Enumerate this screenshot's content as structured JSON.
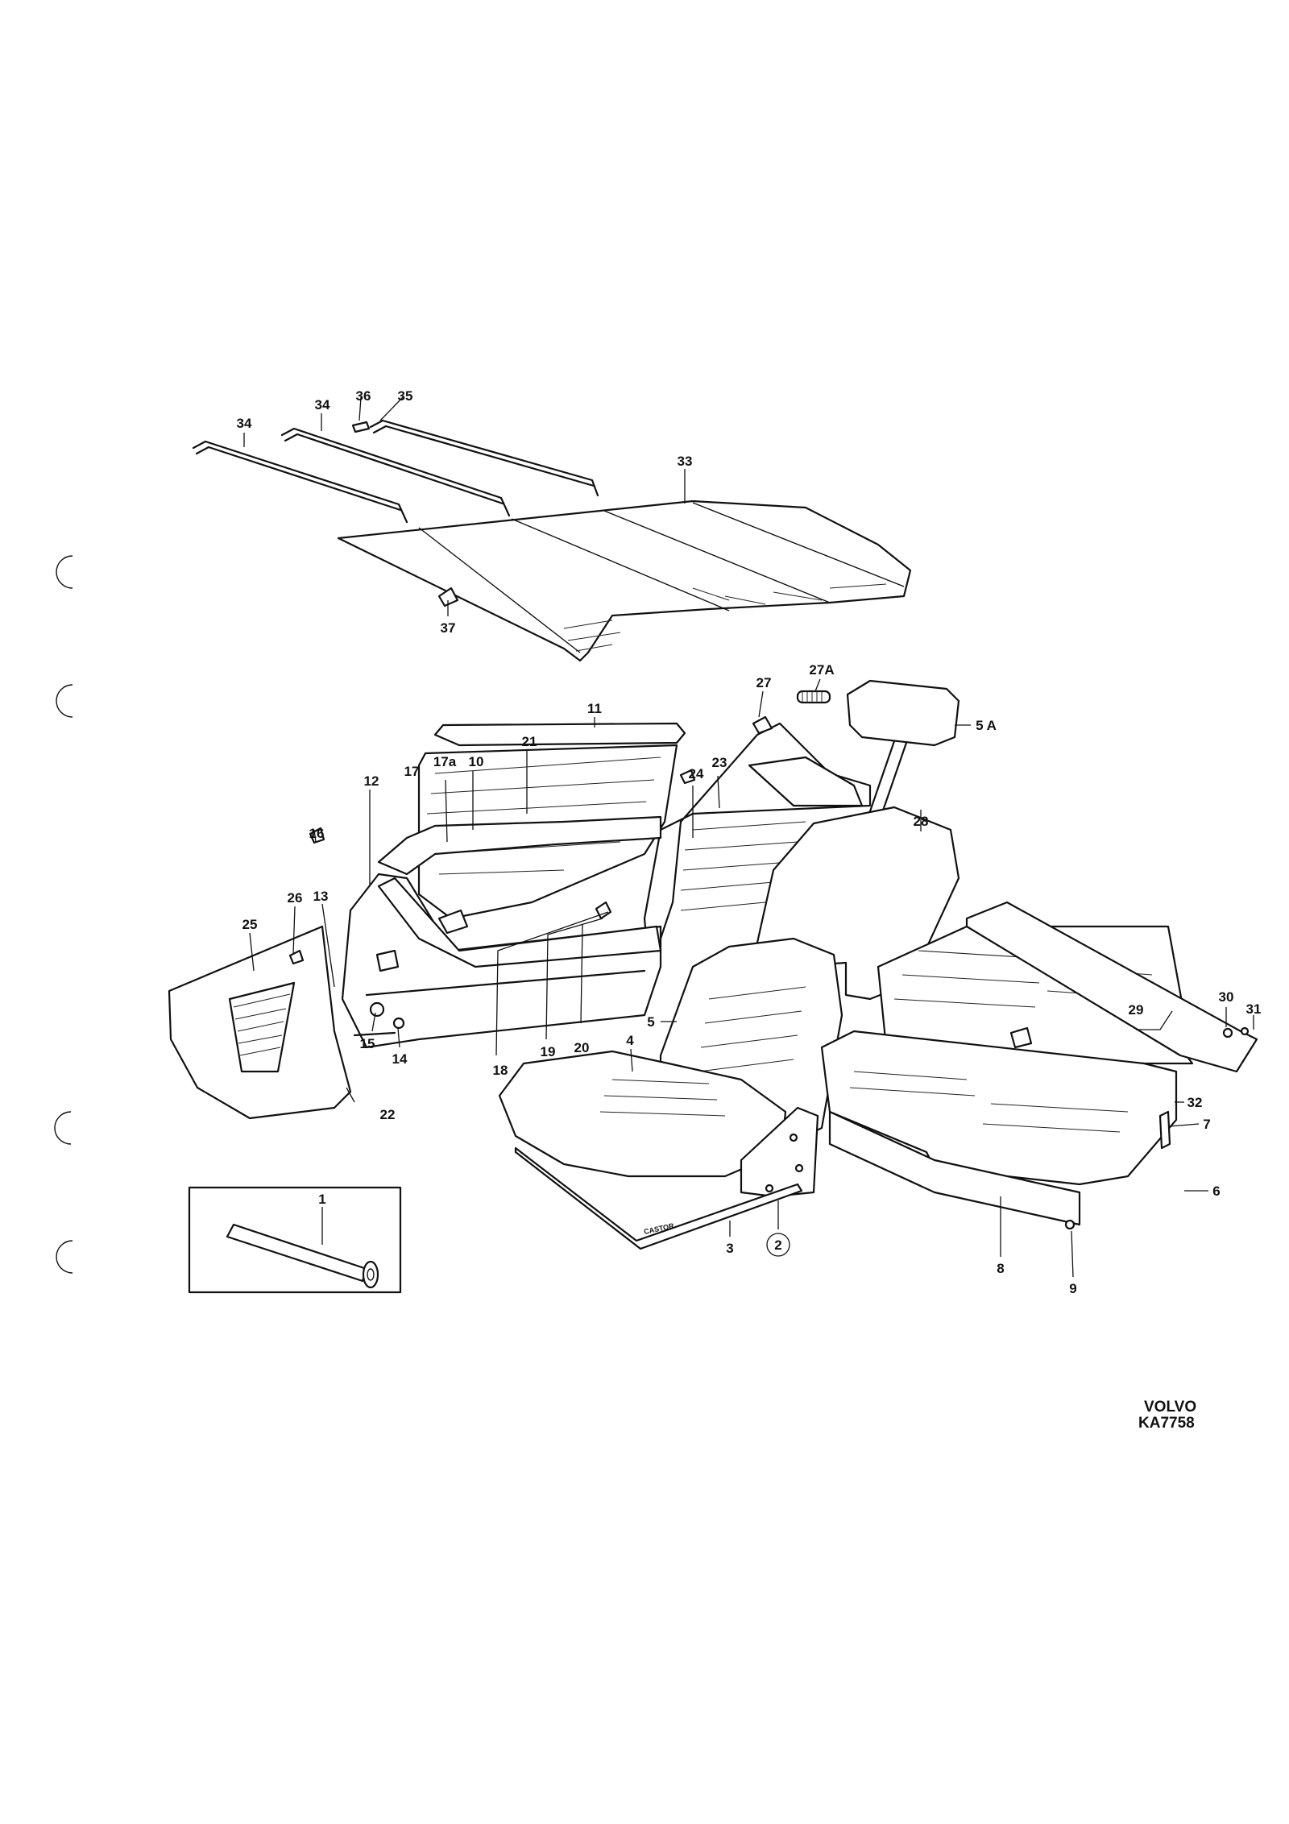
{
  "brand": {
    "name": "VOLVO",
    "code": "KA7758"
  },
  "callouts": {
    "c1": "1",
    "c2": "2",
    "c3": "3",
    "c4": "4",
    "c5": "5",
    "c5a": "5 A",
    "c6": "6",
    "c7": "7",
    "c8": "8",
    "c9": "9",
    "c10": "10",
    "c11": "11",
    "c12": "12",
    "c13": "13",
    "c14": "14",
    "c15": "15",
    "c16": "16",
    "c17": "17",
    "c17a": "17a",
    "c18": "18",
    "c19": "19",
    "c20": "20",
    "c21": "21",
    "c22": "22",
    "c23": "23",
    "c24": "24",
    "c25": "25",
    "c26": "26",
    "c27": "27",
    "c27a": "27A",
    "c28": "28",
    "c29": "29",
    "c30": "30",
    "c31": "31",
    "c32": "32",
    "c33": "33",
    "c34a": "34",
    "c34b": "34",
    "c35": "35",
    "c36": "36",
    "c37": "37"
  },
  "seat_marking": "CASTOR",
  "colors": {
    "ink": "#111111",
    "paper": "#ffffff"
  }
}
